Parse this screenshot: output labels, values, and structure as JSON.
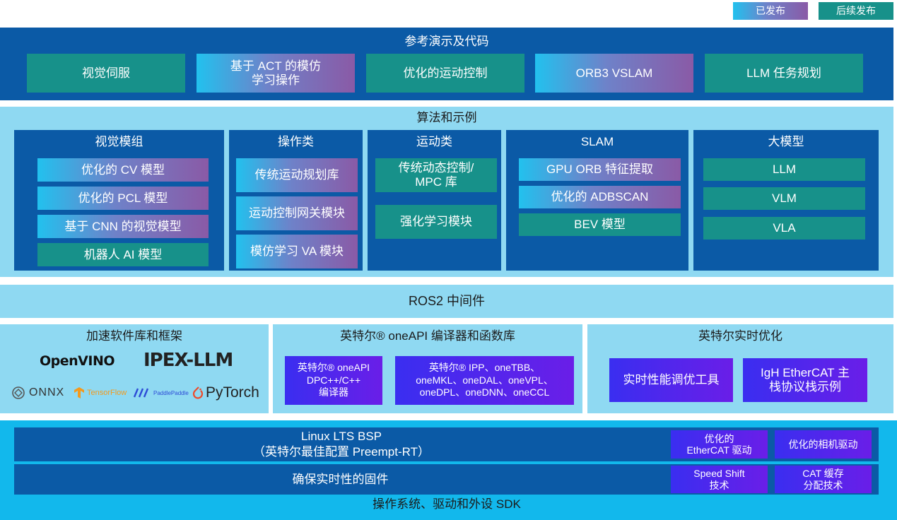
{
  "legend": {
    "released": "已发布",
    "upcoming": "后续发布"
  },
  "reference": {
    "title": "参考演示及代码",
    "items": [
      "视觉伺服",
      "基于 ACT 的模仿\n学习操作",
      "优化的运动控制",
      "ORB3 VSLAM",
      "LLM 任务规划"
    ]
  },
  "algorithms": {
    "title": "算法和示例",
    "vision": {
      "title": "视觉模组",
      "items": [
        "优化的 CV 模型",
        "优化的 PCL 模型",
        "基于 CNN 的视觉模型",
        "机器人 AI 模型"
      ]
    },
    "manipulation": {
      "title": "操作类",
      "items": [
        "传统运动规划库",
        "运动控制网关模块",
        "模仿学习 VA 模块"
      ]
    },
    "motion": {
      "title": "运动类",
      "items": [
        "传统动态控制/\nMPC 库",
        "强化学习模块"
      ]
    },
    "slam": {
      "title": "SLAM",
      "items": [
        "GPU ORB 特征提取",
        "优化的 ADBSCAN",
        "BEV 模型"
      ]
    },
    "llm": {
      "title": "大模型",
      "items": [
        "LLM",
        "VLM",
        "VLA"
      ]
    }
  },
  "ros2": "ROS2 中间件",
  "accel": {
    "title": "加速软件库和框架",
    "logos": {
      "openvino": "OpenVINO",
      "ipex": "IPEX-LLM",
      "onnx": "ONNX",
      "tensorflow": "TensorFlow",
      "paddle": "PaddlePaddle",
      "pytorch": "PyTorch"
    }
  },
  "oneapi": {
    "title": "英特尔® oneAPI 编译器和函数库",
    "compiler": "英特尔® oneAPI\nDPC++/C++\n编译器",
    "libs": "英特尔® IPP、oneTBB、\noneMKL、oneDAL、oneVPL、\noneDPL、oneDNN、oneCCL"
  },
  "realtime": {
    "title": "英特尔实时优化",
    "tools": "实时性能调优工具",
    "ethercat": "IgH EtherCAT 主\n栈协议栈示例"
  },
  "os": {
    "linux": "Linux LTS BSP\n（英特尔最佳配置 Preempt-RT）",
    "firmware": "确保实时性的固件",
    "ethercat_driver": "优化的\nEtherCAT 驱动",
    "camera_driver": "优化的相机驱动",
    "speed_shift": "Speed Shift\n技术",
    "cat": "CAT 缓存\n分配技术",
    "footer": "操作系统、驱动和外设 SDK"
  },
  "colors": {
    "navy": "#0b5aa6",
    "teal": "#17918a",
    "light": "#8fd9f2",
    "cyan": "#00b8ef",
    "purple": "#5a22ee"
  }
}
